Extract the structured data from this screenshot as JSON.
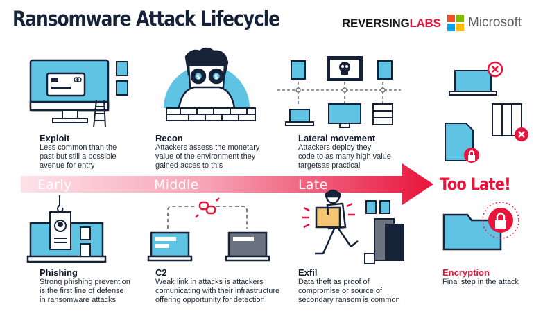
{
  "title": "Ransomware Attack Lifecycle",
  "logos": {
    "reversinglabs_prefix": "REVERSING",
    "reversinglabs_suffix": "LABS",
    "microsoft": "Microsoft"
  },
  "colors": {
    "accent_red": "#e8143c",
    "navy": "#152238",
    "screen_blue": "#5fc3e4"
  },
  "arrow": {
    "phases": [
      "Early",
      "Middle",
      "Late"
    ],
    "end_label": "Too Late!"
  },
  "stages": {
    "exploit": {
      "title": "Exploit",
      "desc": [
        "Less common than the",
        "past but still a possible",
        "avenue for entry"
      ]
    },
    "recon": {
      "title": "Recon",
      "desc": [
        "Attackers assess the monetary",
        "value of the environment they",
        "gained acces to this"
      ]
    },
    "lateral": {
      "title": "Lateral movement",
      "desc": [
        "Attackers deploy they",
        "code to as many high value",
        "targetsas practical"
      ]
    },
    "phishing": {
      "title": "Phishing",
      "desc": [
        "Strong phishing prevention",
        "is  the first line of defense",
        "in ransomware attacks"
      ]
    },
    "c2": {
      "title": "C2",
      "desc": [
        "Weak link in attacks is attackers",
        "comunicating with their infrastructure",
        "offering opportunity for detection"
      ]
    },
    "exfil": {
      "title": "Exfil",
      "desc": [
        "Data theft as proof of",
        "compromise or source of",
        "secondary ransom is common"
      ]
    },
    "encryption": {
      "title": "Encryption",
      "desc": [
        "Final step in the attack"
      ]
    }
  }
}
